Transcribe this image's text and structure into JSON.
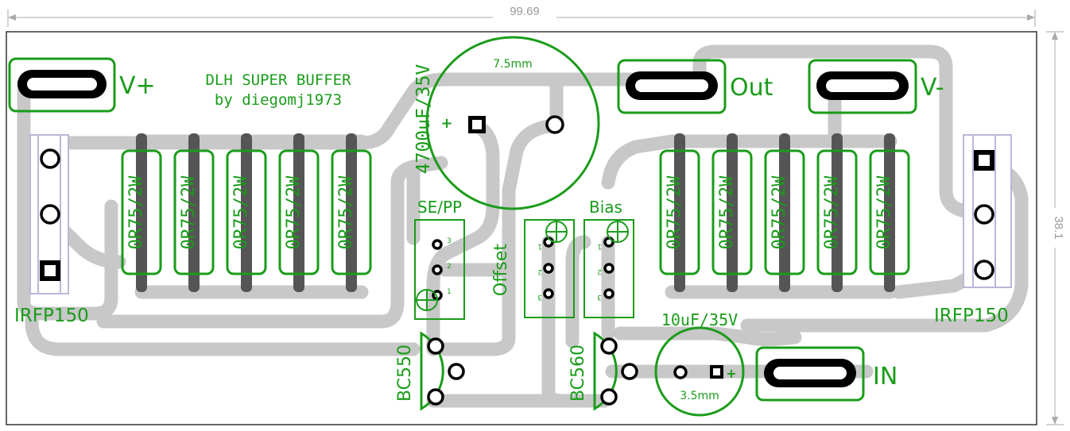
{
  "board": {
    "width_dim": "99.69",
    "height_dim": "38.1"
  },
  "title": {
    "line1": "DLH SUPER BUFFER",
    "line2": "by diegomj1973"
  },
  "terminals": {
    "vplus": "V+",
    "out": "Out",
    "vminus": "V-",
    "in": "IN"
  },
  "resistor_value": "0R75/2W",
  "transistors": {
    "left_mosfet": "IRFP150",
    "right_mosfet": "IRFP150",
    "bjt_left": "BC550",
    "bjt_right": "BC560"
  },
  "capacitors": {
    "big_value": "4700uF/35V",
    "big_size": "7.5mm",
    "small_value": "10uF/35V",
    "small_size": "3.5mm",
    "big_polarity": "+",
    "small_polarity": "+"
  },
  "trimmers": {
    "se_pp": "SE/PP",
    "offset": "Offset",
    "bias": "Bias",
    "pin1": "1",
    "pin2": "2",
    "pin3": "3"
  },
  "colors": {
    "silkscreen": "#1a9c1a",
    "copper_trace": "#c8c8c8",
    "pad": "#000000",
    "board_outline": "#333333"
  }
}
